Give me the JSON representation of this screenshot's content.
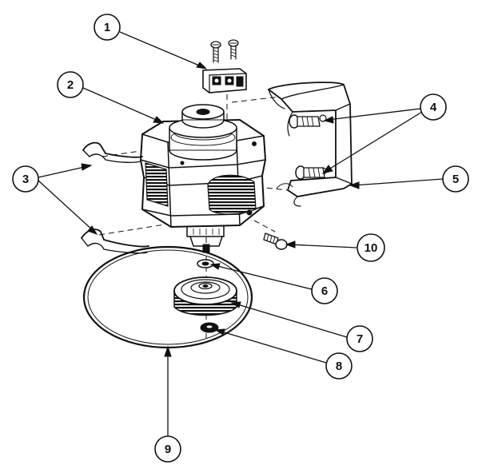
{
  "callouts": [
    {
      "id": "1",
      "label": "1"
    },
    {
      "id": "2",
      "label": "2"
    },
    {
      "id": "3",
      "label": "3"
    },
    {
      "id": "4",
      "label": "4"
    },
    {
      "id": "5",
      "label": "5"
    },
    {
      "id": "6",
      "label": "6"
    },
    {
      "id": "7",
      "label": "7"
    },
    {
      "id": "8",
      "label": "8"
    },
    {
      "id": "9",
      "label": "9"
    },
    {
      "id": "10",
      "label": "10"
    }
  ],
  "colors": {
    "ink": "#111111",
    "paper": "#ffffff"
  },
  "parts": {
    "1": "terminal-block",
    "2": "motor",
    "3": "mounting-clips",
    "4": "screws",
    "5": "motor-bracket",
    "6": "washer",
    "7": "pulley",
    "8": "nut",
    "9": "drive-belt",
    "10": "screw"
  }
}
